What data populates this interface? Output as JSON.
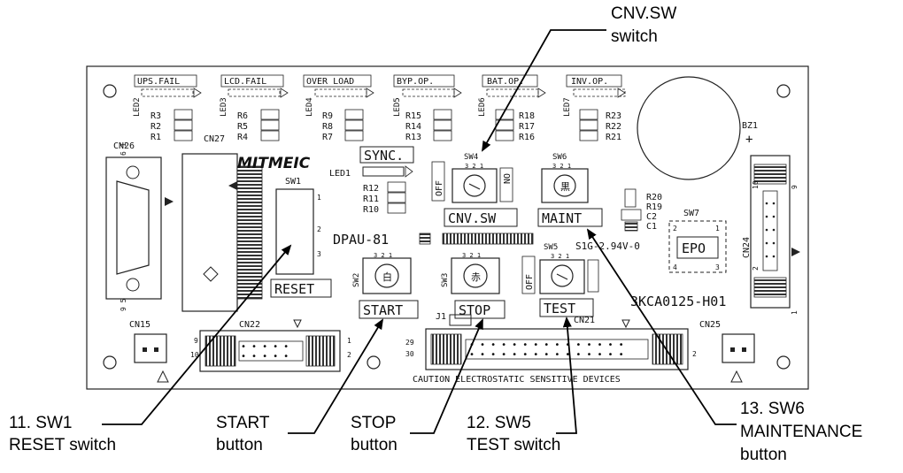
{
  "board": {
    "model": "DPAU-81",
    "part_number": "3KCA0125-H01",
    "part_code": "S1G-2.94V-0",
    "logo": "MITMEIC",
    "caution": "CAUTION ELECTROSTATIC SENSITIVE DEVICES",
    "sync_label": "SYNC.",
    "epo_label": "EPO",
    "bz1": "BZ1",
    "plus": "+",
    "led_indicators": [
      {
        "led": "LED2",
        "label": "UPS.FAIL",
        "resistors": [
          "R3",
          "R2",
          "R1"
        ]
      },
      {
        "led": "LED3",
        "label": "LCD.FAIL",
        "resistors": [
          "R6",
          "R5",
          "R4"
        ]
      },
      {
        "led": "LED4",
        "label": "OVER LOAD",
        "resistors": [
          "R9",
          "R8",
          "R7"
        ]
      },
      {
        "led": "LED5",
        "label": "BYP.OP.",
        "resistors": [
          "R15",
          "R14",
          "R13"
        ]
      },
      {
        "led": "LED6",
        "label": "BAT.OP.",
        "resistors": [
          "R18",
          "R17",
          "R16"
        ]
      },
      {
        "led": "LED7",
        "label": "INV.OP.",
        "resistors": [
          "R23",
          "R22",
          "R21"
        ]
      }
    ],
    "led1": "LED1",
    "led1_resistors": [
      "R12",
      "R11",
      "R10"
    ],
    "sw7_resistors": [
      "R20",
      "R19",
      "C2",
      "C1"
    ],
    "connectors": {
      "cn26": "CN26",
      "cn27": "CN27",
      "cn15": "CN15",
      "cn22": "CN22",
      "cn21": "CN21",
      "cn25": "CN25",
      "cn24": "CN24",
      "j1": "J1"
    },
    "pin_numbers": {
      "cn26_top": "6 1",
      "cn26_bottom": "9 5",
      "cn22_left": [
        "9",
        "10"
      ],
      "cn22_right": [
        "1",
        "2"
      ],
      "cn21_left": [
        "29",
        "30"
      ],
      "cn21_right": "2",
      "cn24_top": [
        "10",
        "9"
      ],
      "cn24_bottom": [
        "2",
        "1"
      ],
      "sw1_pins": [
        "1",
        "2",
        "3"
      ],
      "sw7_pins": [
        "2",
        "1",
        "4",
        "3"
      ],
      "sw_pins": "3 2 1"
    },
    "switches": {
      "sw1": {
        "ref": "SW1",
        "label": "RESET"
      },
      "sw2": {
        "ref": "SW2",
        "label": "START",
        "mark": "白"
      },
      "sw3": {
        "ref": "SW3",
        "label": "STOP",
        "mark": "赤"
      },
      "sw4": {
        "ref": "SW4",
        "label": "CNV.SW",
        "off": "OFF",
        "on": "ON"
      },
      "sw5": {
        "ref": "SW5",
        "label": "TEST",
        "off": "OFF"
      },
      "sw6": {
        "ref": "SW6",
        "label": "MAINT",
        "mark": "黒"
      },
      "sw7": {
        "ref": "SW7"
      }
    }
  },
  "callouts": {
    "cnv_sw": [
      "CNV.SW",
      "switch"
    ],
    "reset": [
      "11. SW1",
      "RESET switch"
    ],
    "start": [
      "START",
      "button"
    ],
    "stop": [
      "STOP",
      "button"
    ],
    "test": [
      "12. SW5",
      "TEST switch"
    ],
    "maint": [
      "13. SW6",
      "MAINTENANCE",
      "button"
    ]
  }
}
